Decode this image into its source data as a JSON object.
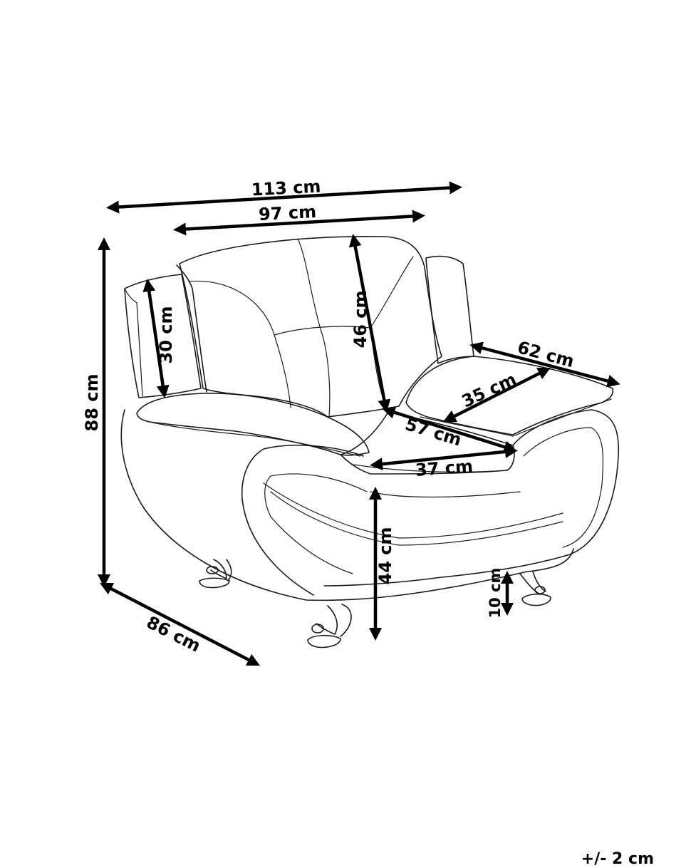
{
  "dimensions": {
    "total_width": "113 cm",
    "back_width": "97 cm",
    "total_height": "88 cm",
    "armrest_height": "30 cm",
    "backrest_height": "46 cm",
    "armrest_length": "62 cm",
    "armrest_width": "35 cm",
    "seat_depth": "57 cm",
    "seat_width": "37 cm",
    "seat_height": "44 cm",
    "leg_height": "10 cm",
    "total_depth": "86 cm"
  },
  "tolerance": "+/- 2 cm"
}
